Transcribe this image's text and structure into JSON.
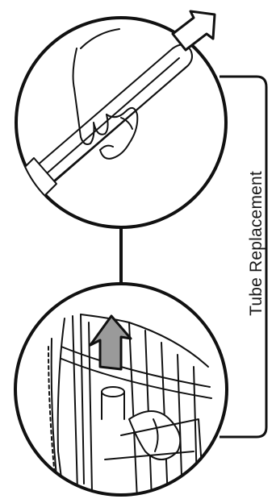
{
  "diagram": {
    "label": "Tube Replacement",
    "panels": [
      {
        "name": "lamp-tube-removal",
        "description_icon": "hand-holding-uv-tube"
      },
      {
        "name": "chamber-lift-out",
        "description_icon": "lift-arrow"
      }
    ],
    "line_color": "#111111",
    "arrow_fill": "#9a9a9a"
  }
}
